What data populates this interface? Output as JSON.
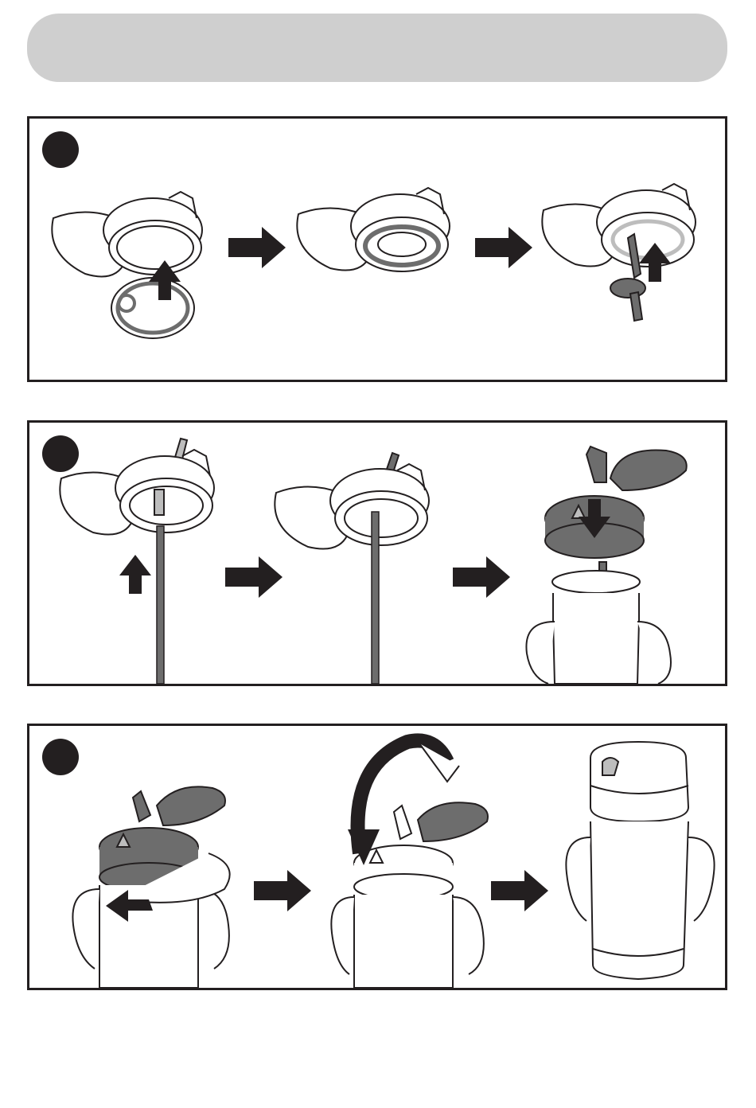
{
  "header": {
    "title": ""
  },
  "steps": [
    {
      "number": "",
      "name": "attach-seal-and-valve"
    },
    {
      "number": "",
      "name": "insert-straw-and-place-lid"
    },
    {
      "number": "",
      "name": "screw-lid-and-close"
    }
  ],
  "icons": [
    "arrow-right-icon",
    "arrow-up-icon",
    "arrow-down-icon",
    "rotate-arrow-icon",
    "close-lid-arrow-icon"
  ],
  "colors": {
    "ink": "#231f20",
    "panel_fill": "#cfcfcf",
    "part_gray": "#6d6d6d",
    "light_gray": "#bdbdbd"
  }
}
